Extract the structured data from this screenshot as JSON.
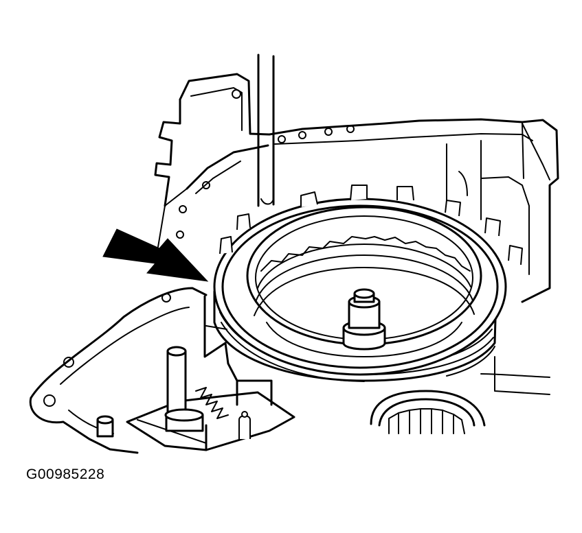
{
  "figure": {
    "id_label": "G00985228"
  },
  "colors": {
    "ink": "#000000",
    "paper": "#ffffff"
  },
  "callouts": [
    {
      "name": "arrow",
      "icon": "arrow-pointer-icon",
      "target": "snap-ring"
    }
  ]
}
